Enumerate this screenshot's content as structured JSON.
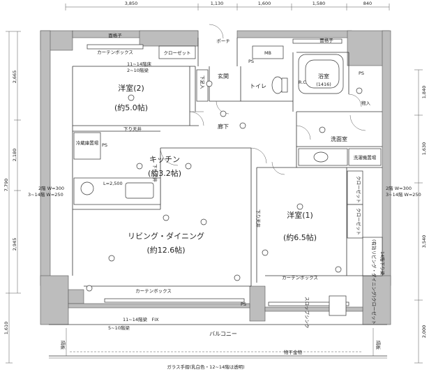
{
  "dimensions": {
    "top": [
      "3,850",
      "1,130",
      "1,600",
      "1,580",
      "840"
    ],
    "left": [
      "7,790",
      "2,665",
      "2,180",
      "2,945",
      "1,610"
    ],
    "right": [
      "1,840",
      "1,630",
      "3,540",
      "2,000"
    ]
  },
  "rooms": {
    "bedroom2": {
      "name": "洋室(2)",
      "size": "(約5.0帖)"
    },
    "bedroom1": {
      "name": "洋室(1)",
      "size": "(約6.5帖)"
    },
    "kitchen": {
      "name": "キッチン",
      "size": "(約3.2帖)"
    },
    "living": {
      "name": "リビング・ダイニング",
      "size": "(約12.6帖)"
    },
    "bath": {
      "name": "浴室",
      "size": "(1416)"
    },
    "washroom": "洗面室",
    "hallway": "廊下",
    "entrance": "玄関",
    "toilet": "トイレ",
    "balcony": "バルコニー"
  },
  "labels": {
    "lattice_top": "面格子",
    "lattice_bath": "面格子",
    "curtain_box_top": "カーテンボックス",
    "curtain_box_living": "カーテンボックス",
    "curtain_box_bed1": "カーテンボックス",
    "closet_bed2": "クローゼット",
    "porch": "ポーチ",
    "mb": "MB",
    "shoebox": "下足入",
    "storage_bath": "物入",
    "fridge": "冷蔵庫置場",
    "washer": "洗濯機置場",
    "ceiling_hall": "下り天井",
    "ceiling_kitchen": "下り天井",
    "ceiling_bed1": "下り天井",
    "closet_r1": "クローゼット",
    "closet_r2": "クローゼット",
    "walk_in": "(有効リビング・ダイニング)クローゼット",
    "sink_len": "L=2,500",
    "floor_note_bed2a": "11~14階床",
    "floor_note_bed2b": "2~10階梁",
    "floor_note_liv_a": "11~14階梁　FIX",
    "floor_note_liv_b": "5~10階梁",
    "floor_note_bed1": "14階下り梁",
    "ps": "PS",
    "slop_sink": "スロップシンク",
    "partition": "隔板",
    "dry_hardware": "物干金物",
    "handrail": "ガラス手摺(乳白色・12~14階は透明)",
    "mb_short": "MB",
    "window_left": "2階 W=300\n3~14階 W=250",
    "window_right": "2階 W=300\n3~14階 W=250",
    "rc": "R.C"
  }
}
